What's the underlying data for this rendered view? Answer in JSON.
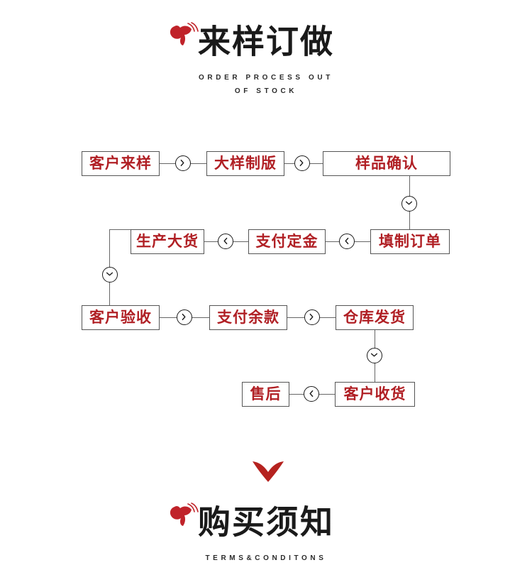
{
  "page": {
    "background": "#ffffff",
    "accent_red": "#b01f24",
    "butterfly_red": "#c0232a",
    "line_color": "#666666",
    "text_dark": "#1a1a1a"
  },
  "header": {
    "icon": "butterfly-icon",
    "title_cn": "来样订做",
    "subtitle_en_line1": "ORDER PROCESS OUT",
    "subtitle_en_line2": "OF STOCK"
  },
  "flow": {
    "nodes": [
      {
        "id": "n1",
        "label": "客户来样"
      },
      {
        "id": "n2",
        "label": "大样制版"
      },
      {
        "id": "n3",
        "label": "样品确认"
      },
      {
        "id": "n4",
        "label": "填制订单"
      },
      {
        "id": "n5",
        "label": "支付定金"
      },
      {
        "id": "n6",
        "label": "生产大货"
      },
      {
        "id": "n7",
        "label": "客户验收"
      },
      {
        "id": "n8",
        "label": "支付余款"
      },
      {
        "id": "n9",
        "label": "仓库发货"
      },
      {
        "id": "n10",
        "label": "客户收货"
      },
      {
        "id": "n11",
        "label": "售后"
      }
    ],
    "connectors": [
      {
        "id": "c1",
        "icon": "chevron-right-circle-icon",
        "direction": "right"
      },
      {
        "id": "c2",
        "icon": "chevron-right-circle-icon",
        "direction": "right"
      },
      {
        "id": "c3",
        "icon": "chevron-down-circle-icon",
        "direction": "down"
      },
      {
        "id": "c4",
        "icon": "chevron-left-circle-icon",
        "direction": "left"
      },
      {
        "id": "c5",
        "icon": "chevron-left-circle-icon",
        "direction": "left"
      },
      {
        "id": "c6",
        "icon": "chevron-down-circle-icon",
        "direction": "down"
      },
      {
        "id": "c7",
        "icon": "chevron-right-circle-icon",
        "direction": "right"
      },
      {
        "id": "c8",
        "icon": "chevron-right-circle-icon",
        "direction": "right"
      },
      {
        "id": "c9",
        "icon": "chevron-down-circle-icon",
        "direction": "down"
      },
      {
        "id": "c10",
        "icon": "chevron-left-circle-icon",
        "direction": "left"
      }
    ]
  },
  "divider": {
    "icon": "red-down-chevron-icon"
  },
  "footer": {
    "icon": "butterfly-icon",
    "title_cn": "购买须知",
    "subtitle_en": "TERMS&CONDITONS"
  }
}
